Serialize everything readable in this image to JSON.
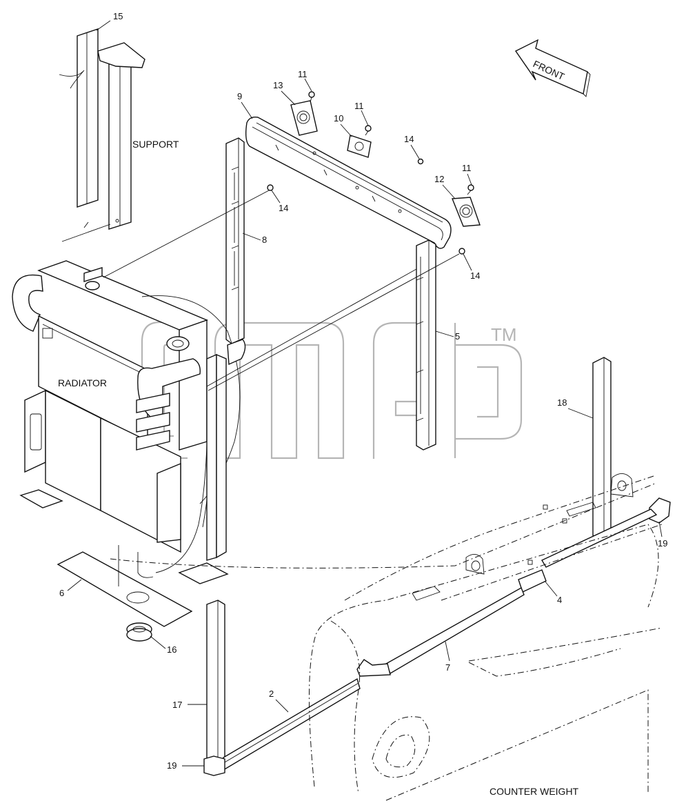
{
  "labels": {
    "support": "SUPPORT",
    "radiator": "RADIATOR",
    "front": "FRONT",
    "counter_weight": "COUNTER WEIGHT",
    "trademark": "TM"
  },
  "parts": {
    "p15": "15",
    "p11a": "11",
    "p11b": "11",
    "p11c": "11",
    "p13": "13",
    "p9": "9",
    "p10": "10",
    "p14a": "14",
    "p14b": "14",
    "p14c": "14",
    "p12": "12",
    "p8": "8",
    "p5": "5",
    "p18": "18",
    "p19a": "19",
    "p19b": "19",
    "p4": "4",
    "p6": "6",
    "p16": "16",
    "p7": "7",
    "p17": "17",
    "p2": "2"
  }
}
